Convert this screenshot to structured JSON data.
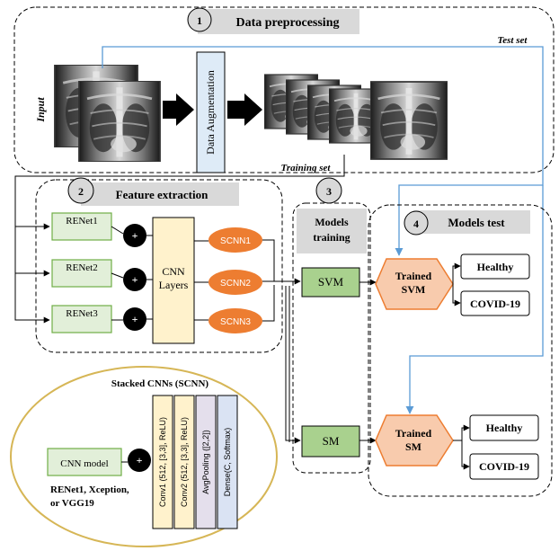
{
  "sections": {
    "s1": {
      "number": "1",
      "title": "Data preprocessing"
    },
    "s2": {
      "number": "2",
      "title": "Feature extraction"
    },
    "s3": {
      "number": "3",
      "title_line1": "Models",
      "title_line2": "training"
    },
    "s4": {
      "number": "4",
      "title": "Models test"
    }
  },
  "preprocessing": {
    "input_label": "Input",
    "augmentation_label": "Data Augmentation",
    "test_set_label": "Test set",
    "training_set_label": "Training set"
  },
  "feature_extraction": {
    "renets": [
      "RENet1",
      "RENet2",
      "RENet3"
    ],
    "plus_symbol": "+",
    "cnn_layers_line1": "CNN",
    "cnn_layers_line2": "Layers",
    "scnns": [
      "SCNN1",
      "SCNN2",
      "SCNN3"
    ]
  },
  "training": {
    "svm": "SVM",
    "sm": "SM"
  },
  "testing": {
    "trained_svm_line1": "Trained",
    "trained_svm_line2": "SVM",
    "trained_sm_line1": "Trained",
    "trained_sm_line2": "SM",
    "healthy": "Healthy",
    "covid": "COVID-19"
  },
  "scnn_detail": {
    "title": "Stacked CNNs (SCNN)",
    "cnn_model": "CNN model",
    "plus_symbol": "+",
    "caption_line1": "RENet1, Xception,",
    "caption_line2": "or VGG19",
    "layers": [
      "Conv1 (512, [3,3], ReLU)",
      "Conv2 (512, [3,3], ReLU)",
      "AvgPooling ([2,2])",
      "Dense(C, Softmax)"
    ]
  },
  "colors": {
    "section_title_bg": "#d9d9d9",
    "renet_fill": "#e2efd9",
    "renet_stroke": "#70ad47",
    "augmentation_fill": "#deebf7",
    "cnn_layers_fill": "#fff2cc",
    "scnn_fill": "#ed7d31",
    "model_fill": "#a9d18e",
    "trained_fill": "#f8cbad",
    "trained_stroke": "#ed7d31",
    "test_arrow": "#5b9bd5",
    "ellipse_stroke": "#d6b656",
    "conv_fill": "#fff2cc",
    "pool_fill": "#e4dfec",
    "dense_fill": "#dae3f3"
  },
  "icons": {
    "xray": "chest-xray-icon",
    "arrow": "block-arrow-icon"
  }
}
